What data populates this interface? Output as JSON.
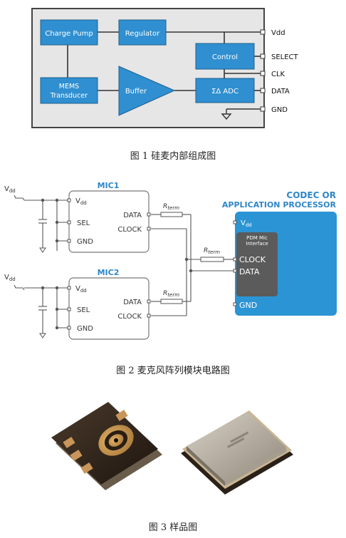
{
  "figure1": {
    "blocks": {
      "charge_pump": "Charge Pump",
      "regulator": "Regulator",
      "control": "Control",
      "mems_line1": "MEMS",
      "mems_line2": "Transducer",
      "buffer": "Buffer",
      "adc": "ΣΔ ADC"
    },
    "pins": [
      "Vdd",
      "SELECT",
      "CLK",
      "DATA",
      "GND"
    ],
    "caption": "图 1  硅麦内部组成图"
  },
  "figure2": {
    "vdd_label_main": "V",
    "vdd_label_sub": "dd",
    "mic1_title": "MIC1",
    "mic2_title": "MIC2",
    "mic_pins": {
      "vdd": "V",
      "vdd_sub": "dd",
      "sel": "SEL",
      "gnd": "GND",
      "data": "DATA",
      "clock": "CLOCK"
    },
    "rterm_main": "R",
    "rterm_sub": "term",
    "codec_title_line1": "CODEC OR",
    "codec_title_line2": "APPLICATION PROCESSOR",
    "pdm_line1": "PDM Mic",
    "pdm_line2": "Interface",
    "codec_pins": {
      "clock": "CLOCK",
      "data": "DATA",
      "gnd": "GND"
    },
    "caption": "图 2  麦克风阵列模块电路图"
  },
  "figure3": {
    "caption": "图 3  样品图"
  },
  "colors": {
    "block_blue": "#2f8fd0",
    "codec_blue": "#2b94d4",
    "pdm_gray": "#5b5b5b",
    "chip_gray": "#e6e6e6",
    "title_blue": "#2e86c8"
  }
}
